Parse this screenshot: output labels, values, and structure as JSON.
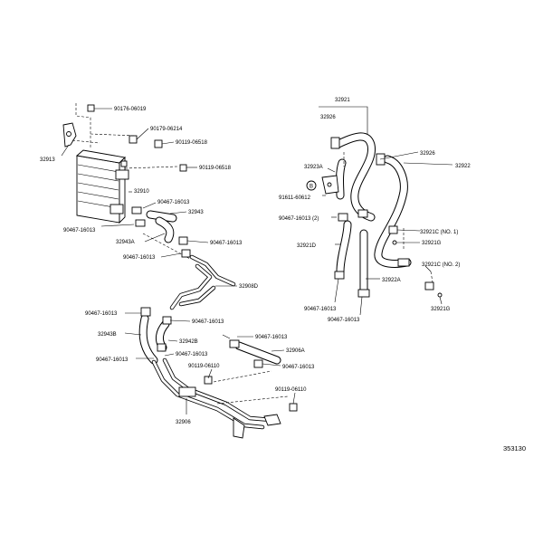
{
  "diagram_code": "353130",
  "labels": {
    "l32921": "32921",
    "l32926_top": "32926",
    "l32926_right": "32926",
    "l32922": "32922",
    "l32923A": "32923A",
    "circleB": "B",
    "l91611": "91611-60612",
    "l90467_2": "90467-16013 (2)",
    "l32921D": "32921D",
    "l32921C1": "32921C (NO. 1)",
    "l32921G_1": "32921G",
    "l32921C2": "32921C (NO. 2)",
    "l32921G_2": "32921G",
    "l32922A": "32922A",
    "l90467_a": "90467-16013",
    "l90467_b": "90467-16013",
    "l90176": "90176-06019",
    "l90179": "90179-06214",
    "l90119_a": "90119-06518",
    "l90119_b": "90119-06518",
    "l32913": "32913",
    "l32910": "32910",
    "l90467_c": "90467-16013",
    "l32943": "32943",
    "l90467_d": "90467-16013",
    "l32943A": "32943A",
    "l90467_e": "90467-16013",
    "l90467_f": "90467-16013",
    "l32908D": "32908D",
    "l90467_g": "90467-16013",
    "l90467_h": "90467-16013",
    "l32943B": "32943B",
    "l32942B": "32942B",
    "l90467_i": "90467-16013",
    "l90467_j": "90467-16013",
    "l32906A": "32906A",
    "l90467_k": "90467-16013",
    "l90467_l": "90467-16013",
    "l90119_c": "90119-06110",
    "l90119_d": "90119-06110",
    "l32906": "32906"
  }
}
